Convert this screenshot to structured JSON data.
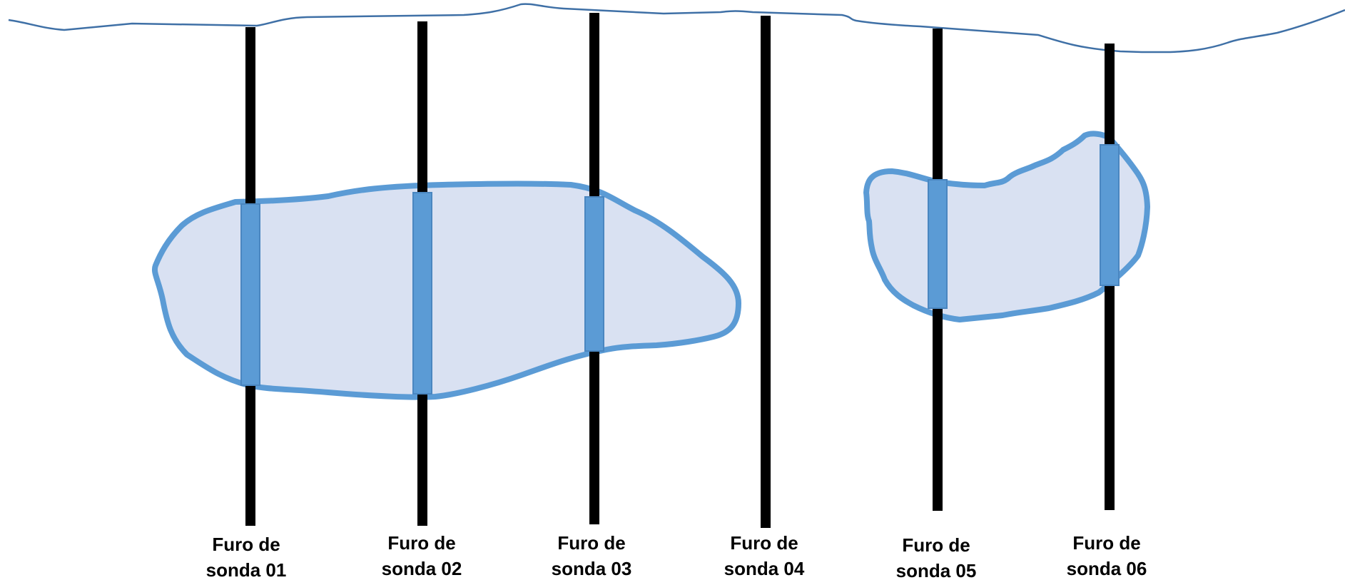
{
  "colors": {
    "surface_line": "#3f70a6",
    "borehole": "#000000",
    "body_outline": "#5b9bd5",
    "body_fill": "#d9e1f2",
    "intercept": "#5b9bd5"
  },
  "boreholes": [
    {
      "id": "01",
      "line1": "Furo de",
      "line2": "sonda 01"
    },
    {
      "id": "02",
      "line1": "Furo de",
      "line2": "sonda 02"
    },
    {
      "id": "03",
      "line1": "Furo de",
      "line2": "sonda 03"
    },
    {
      "id": "04",
      "line1": "Furo de",
      "line2": "sonda 04"
    },
    {
      "id": "05",
      "line1": "Furo de",
      "line2": "sonda 05"
    },
    {
      "id": "06",
      "line1": "Furo de",
      "line2": "sonda 06"
    }
  ]
}
